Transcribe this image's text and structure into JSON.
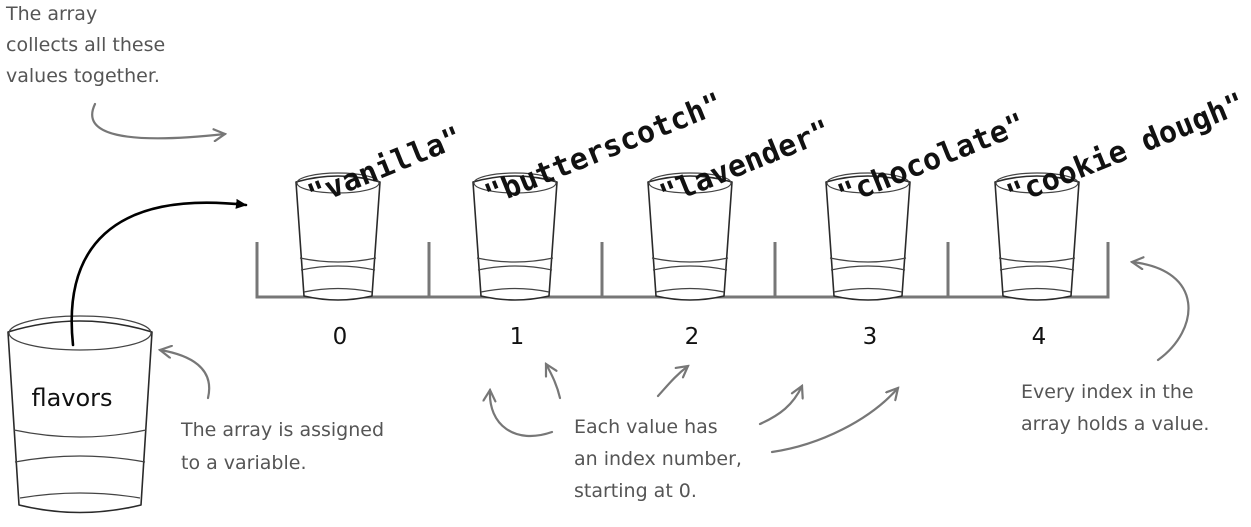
{
  "variable_name": "flavors",
  "array": {
    "elements": [
      {
        "index": "0",
        "value": "\"vanilla\""
      },
      {
        "index": "1",
        "value": "\"butterscotch\""
      },
      {
        "index": "2",
        "value": "\"lavender\""
      },
      {
        "index": "3",
        "value": "\"chocolate\""
      },
      {
        "index": "4",
        "value": "\"cookie dough\""
      }
    ]
  },
  "notes": {
    "collects": [
      "The array",
      "collects all these",
      "values together."
    ],
    "assigned": [
      "The array is assigned",
      "to a variable."
    ],
    "index": [
      "Each value has",
      "an index number,",
      "starting at 0."
    ],
    "holds": [
      "Every index in the",
      "array holds a value."
    ]
  }
}
